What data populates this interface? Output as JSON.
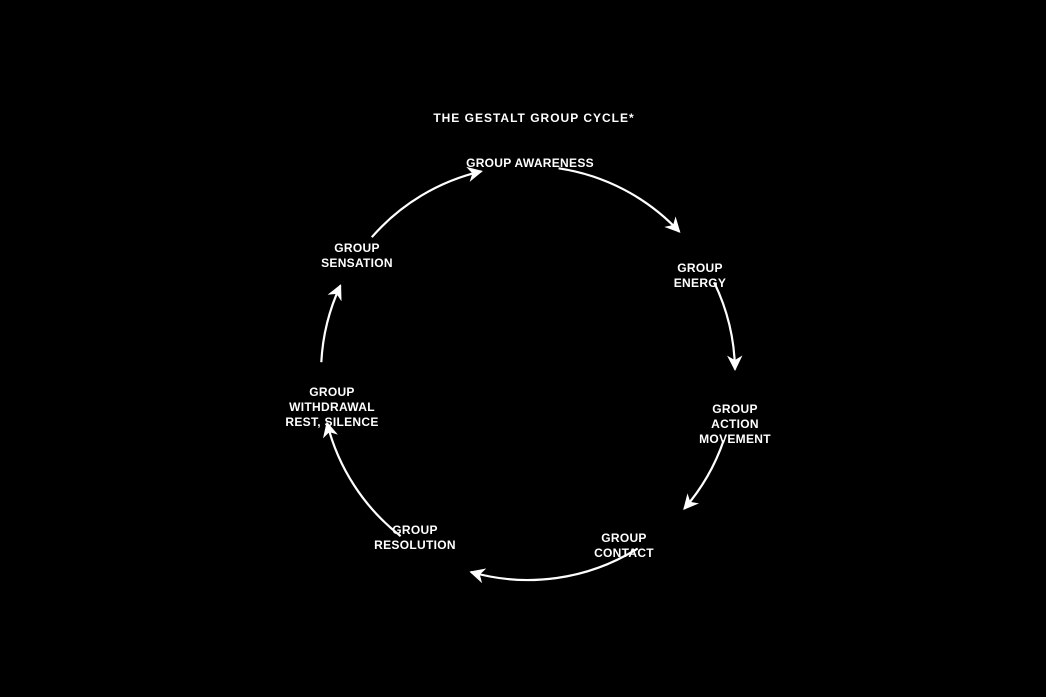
{
  "title": "THE GESTALT GROUP CYCLE*",
  "colors": {
    "background": "#000000",
    "foreground": "#ffffff"
  },
  "nodes": [
    {
      "id": "awareness",
      "lines": [
        "GROUP AWARENESS"
      ]
    },
    {
      "id": "energy",
      "lines": [
        "GROUP",
        "ENERGY"
      ]
    },
    {
      "id": "action",
      "lines": [
        "GROUP",
        "ACTION",
        "MOVEMENT"
      ]
    },
    {
      "id": "contact",
      "lines": [
        "GROUP",
        "CONTACT"
      ]
    },
    {
      "id": "resolution",
      "lines": [
        "GROUP",
        "RESOLUTION"
      ]
    },
    {
      "id": "withdrawal",
      "lines": [
        "GROUP",
        "WITHDRAWAL",
        "REST, SILENCE"
      ]
    },
    {
      "id": "sensation",
      "lines": [
        "GROUP",
        "SENSATION"
      ]
    }
  ],
  "edges": [
    {
      "from": "awareness",
      "to": "energy"
    },
    {
      "from": "energy",
      "to": "action"
    },
    {
      "from": "action",
      "to": "contact"
    },
    {
      "from": "contact",
      "to": "resolution"
    },
    {
      "from": "resolution",
      "to": "withdrawal"
    },
    {
      "from": "withdrawal",
      "to": "sensation"
    },
    {
      "from": "sensation",
      "to": "awareness"
    }
  ]
}
